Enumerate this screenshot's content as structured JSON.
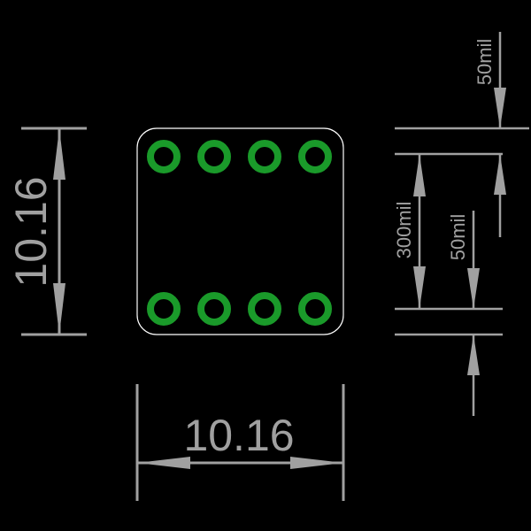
{
  "diagram": {
    "background_color": "#000000",
    "outline_color": "#ffffff",
    "dimension_color": "#a0a0a0",
    "pad_color": "#1a9a2a",
    "pad_hole_color": "#000000",
    "pads": {
      "top_row_count": 4,
      "bottom_row_count": 4
    },
    "dimensions": {
      "height_label": "10.16",
      "width_label": "10.16",
      "top_offset_label": "50mil",
      "pitch_label": "300mil",
      "bottom_offset_label": "50mil"
    }
  }
}
